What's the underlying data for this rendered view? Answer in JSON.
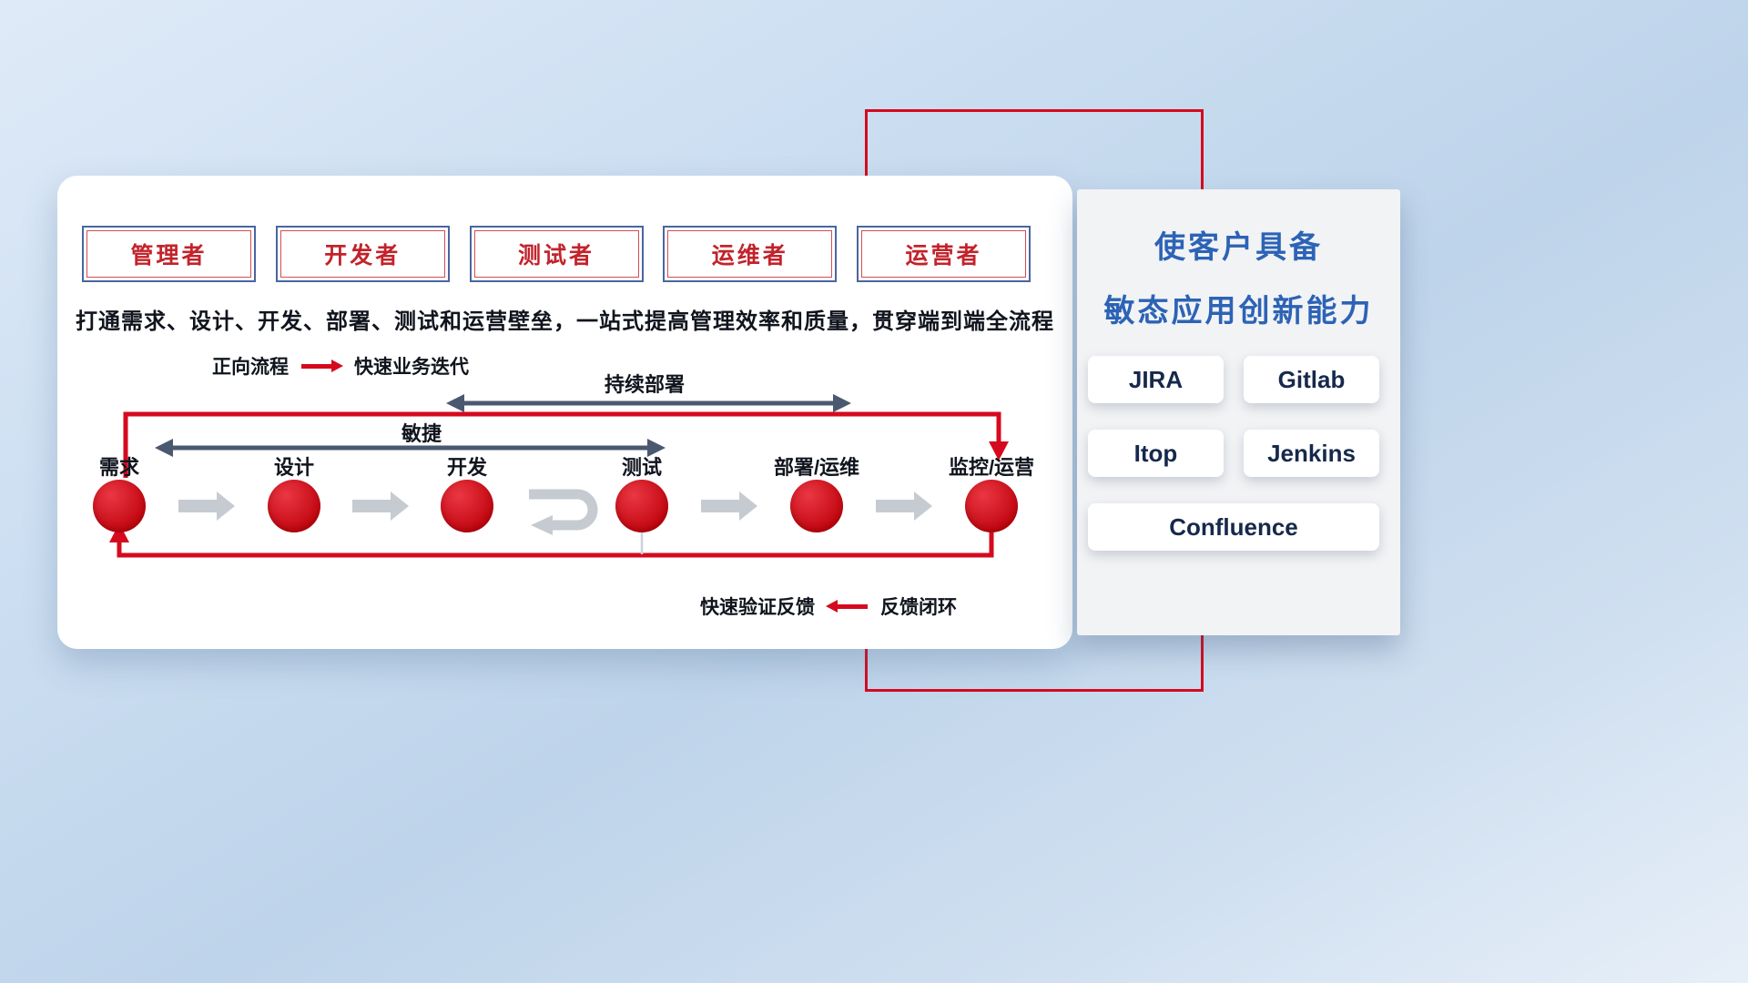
{
  "card": {
    "roles": [
      "管理者",
      "开发者",
      "测试者",
      "运维者",
      "运营者"
    ],
    "description": "打通需求、设计、开发、部署、测试和运营壁垒，一站式提高管理效率和质量，贯穿端到端全流程",
    "forward_legend": {
      "label": "正向流程",
      "value": "快速业务迭代"
    },
    "feedback_legend": {
      "label": "快速验证反馈",
      "value": "反馈闭环"
    },
    "flow": {
      "stages": [
        "需求",
        "设计",
        "开发",
        "测试",
        "部署/运维",
        "监控/运营"
      ],
      "agile_label": "敏捷",
      "continuous_deploy_label": "持续部署"
    }
  },
  "panel": {
    "title_line1": "使客户具备",
    "title_line2": "敏态应用创新能力",
    "tools": [
      "JIRA",
      "Gitlab",
      "Itop",
      "Jenkins",
      "Confluence"
    ]
  },
  "colors": {
    "accent_red": "#d50a1e",
    "title_blue": "#2c63b5",
    "role_text_red": "#c2232b",
    "stage_arrow_gray": "#c6cbd1",
    "span_arrow_dark": "#4a5970"
  }
}
